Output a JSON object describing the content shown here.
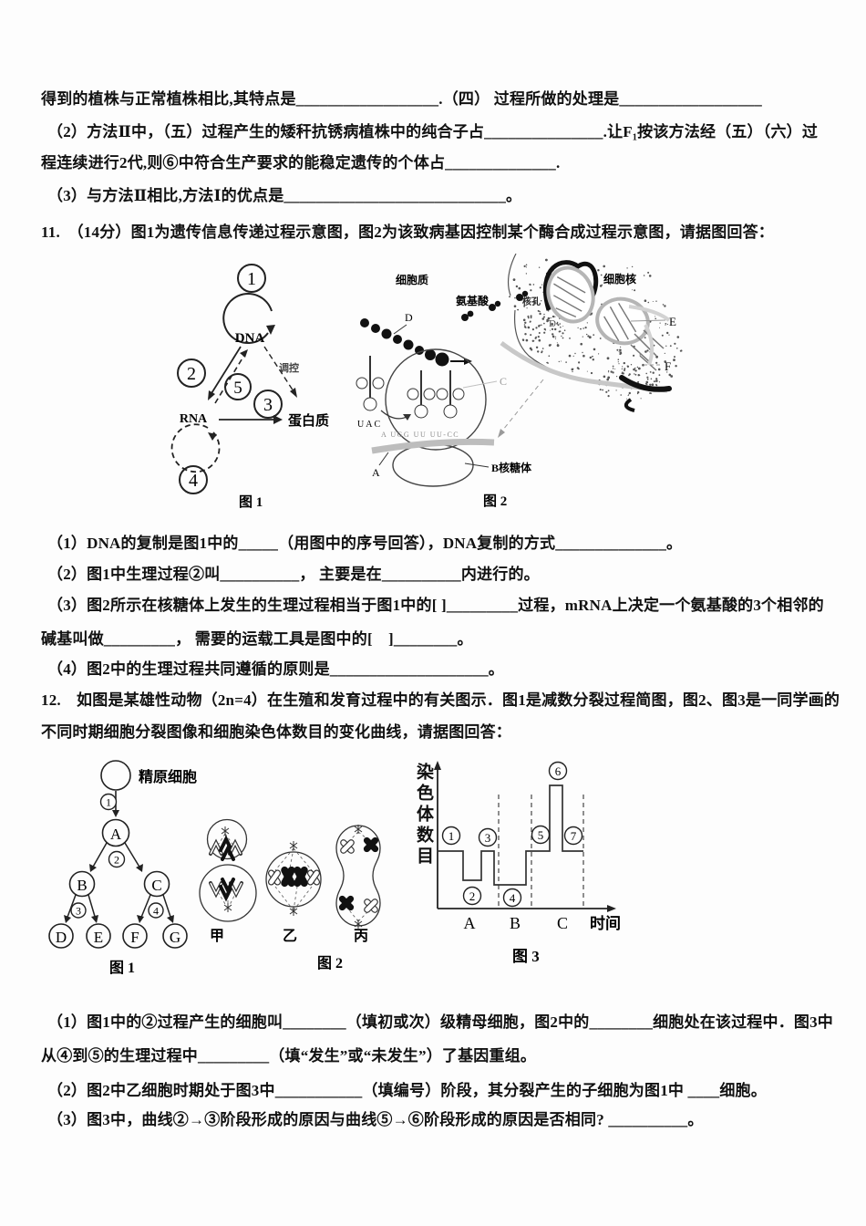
{
  "intro": {
    "line1": "得到的植株与正常植株相比,其特点是__________________.（四） 过程所做的处理是__________________",
    "line2": "（2）方法Ⅱ中，（五）过程产生的矮秆抗锈病植株中的纯合子占_______________.让F₁按该方法经（五）（六）过",
    "line3": "程连续进行2代,则⑥中符合生产要求的能稳定遗传的个体占______________.",
    "line4": "（3）与方法Ⅱ相比,方法Ⅰ的优点是____________________________。"
  },
  "q11": {
    "stem": "11.　（14分）图1为遗传信息传递过程示意图，图2为该致病基因控制某个酶合成过程示意图，请据图回答：",
    "fig1": {
      "caption": "图 1",
      "dna": "DNA",
      "rna": "RNA",
      "protein": "蛋白质",
      "regulation": "调控",
      "steps": [
        "1",
        "2",
        "3",
        "4",
        "5"
      ]
    },
    "fig2": {
      "caption": "图 2",
      "cytoplasm": "细胞质",
      "amino_acid": "氨基酸",
      "nucleus": "细胞核",
      "nuclear_pore": "核孔",
      "label_a": "A",
      "label_b": "B核糖体",
      "label_c": "C",
      "label_d": "D",
      "label_d2": "D",
      "label_e": "E",
      "label_f": "F",
      "anticodon": "UAC",
      "mrna_sequence": "A UGG UU UU-CC"
    },
    "sub1": "（1）DNA的复制是图1中的_____（用图中的序号回答），DNA复制的方式______________。",
    "sub2": "（2）图1中生理过程②叫__________， 主要是在__________内进行的。",
    "sub3a": "（3）图2所示在核糖体上发生的生理过程相当于图1中的[ ]_________过程，mRNA上决定一个氨基酸的3个相邻的",
    "sub3b": "碱基叫做_________， 需要的运载工具是图中的[　]________。",
    "sub4": "（4）图2中的生理过程共同遵循的原则是____________________。"
  },
  "q12": {
    "stem_line1": "12.　如图是某雄性动物（2n=4）在生殖和发育过程中的有关图示．图1是减数分裂过程简图，图2、图3是一同学画的",
    "stem_line2": "不同时期细胞分裂图像和细胞染色体数目的变化曲线，请据图回答：",
    "fig1": {
      "caption": "图 1",
      "top_cell": "精原细胞",
      "nodes": [
        "A",
        "B",
        "C",
        "D",
        "E",
        "F",
        "G"
      ],
      "steps": [
        "1",
        "2",
        "3",
        "4"
      ]
    },
    "fig2": {
      "caption": "图 2",
      "cells": [
        "甲",
        "乙",
        "丙"
      ]
    },
    "fig3": {
      "caption": "图 3",
      "y_axis": "染色体数目",
      "x_axis": "时间",
      "segments": [
        "A",
        "B",
        "C"
      ],
      "points": [
        "1",
        "2",
        "3",
        "4",
        "5",
        "6",
        "7"
      ],
      "curve_relative_levels": [
        2,
        1,
        2,
        1,
        2,
        4,
        2
      ]
    },
    "sub1a": "（1）图1中的②过程产生的细胞叫________（填初或次）级精母细胞，图2中的________细胞处在该过程中．图3中",
    "sub1b": "从④到⑤的生理过程中_________（填“发生”或“未发生”）了基因重组。",
    "sub2": "（2）图2中乙细胞时期处于图3中___________（填编号）阶段，其分裂产生的子细胞为图1中 ____细胞。",
    "sub3": "（3）图3中，曲线②→③阶段形成的原因与曲线⑤→⑥阶段形成的原因是否相同? __________。"
  }
}
